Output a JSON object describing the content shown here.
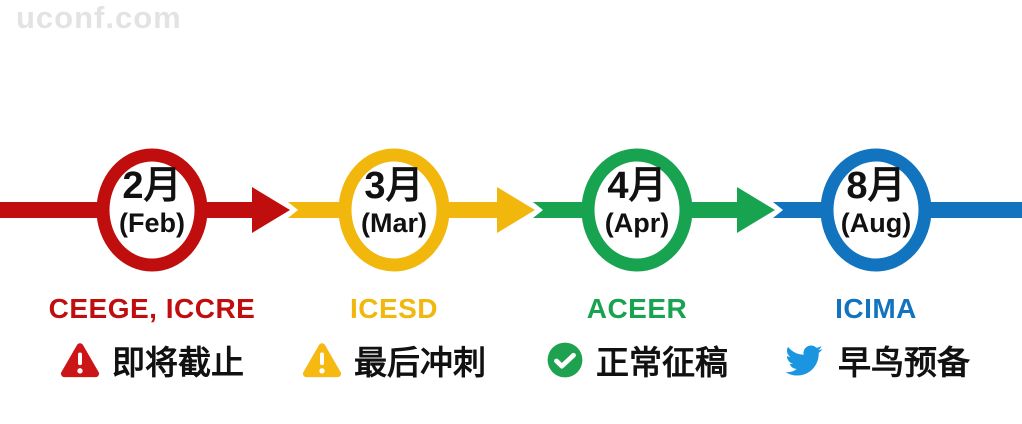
{
  "watermark": "uconf.com",
  "palette": {
    "red": "#C00D0D",
    "yellow": "#F2B70D",
    "green": "#18A351",
    "blue": "#1274BE",
    "status_text": "#111111",
    "watermark_gray": "#E3E3E3"
  },
  "timeline": {
    "type": "month-flow",
    "direction": "left-to-right",
    "nodes": [
      {
        "month": "2月",
        "month_en": "(Feb)",
        "conferences": "CEEGE, ICCRE",
        "status": "即将截止",
        "status_icon": "alert-triangle-red",
        "color": "#C00D0D"
      },
      {
        "month": "3月",
        "month_en": "(Mar)",
        "conferences": "ICESD",
        "status": "最后冲刺",
        "status_icon": "alert-triangle-yellow",
        "color": "#F2B70D"
      },
      {
        "month": "4月",
        "month_en": "(Apr)",
        "conferences": "ACEER",
        "status": "正常征稿",
        "status_icon": "check-circle-green",
        "color": "#18A351"
      },
      {
        "month": "8月",
        "month_en": "(Aug)",
        "conferences": "ICIMA",
        "status": "早鸟预备",
        "status_icon": "twitter-bird-blue",
        "color": "#1274BE"
      }
    ]
  }
}
